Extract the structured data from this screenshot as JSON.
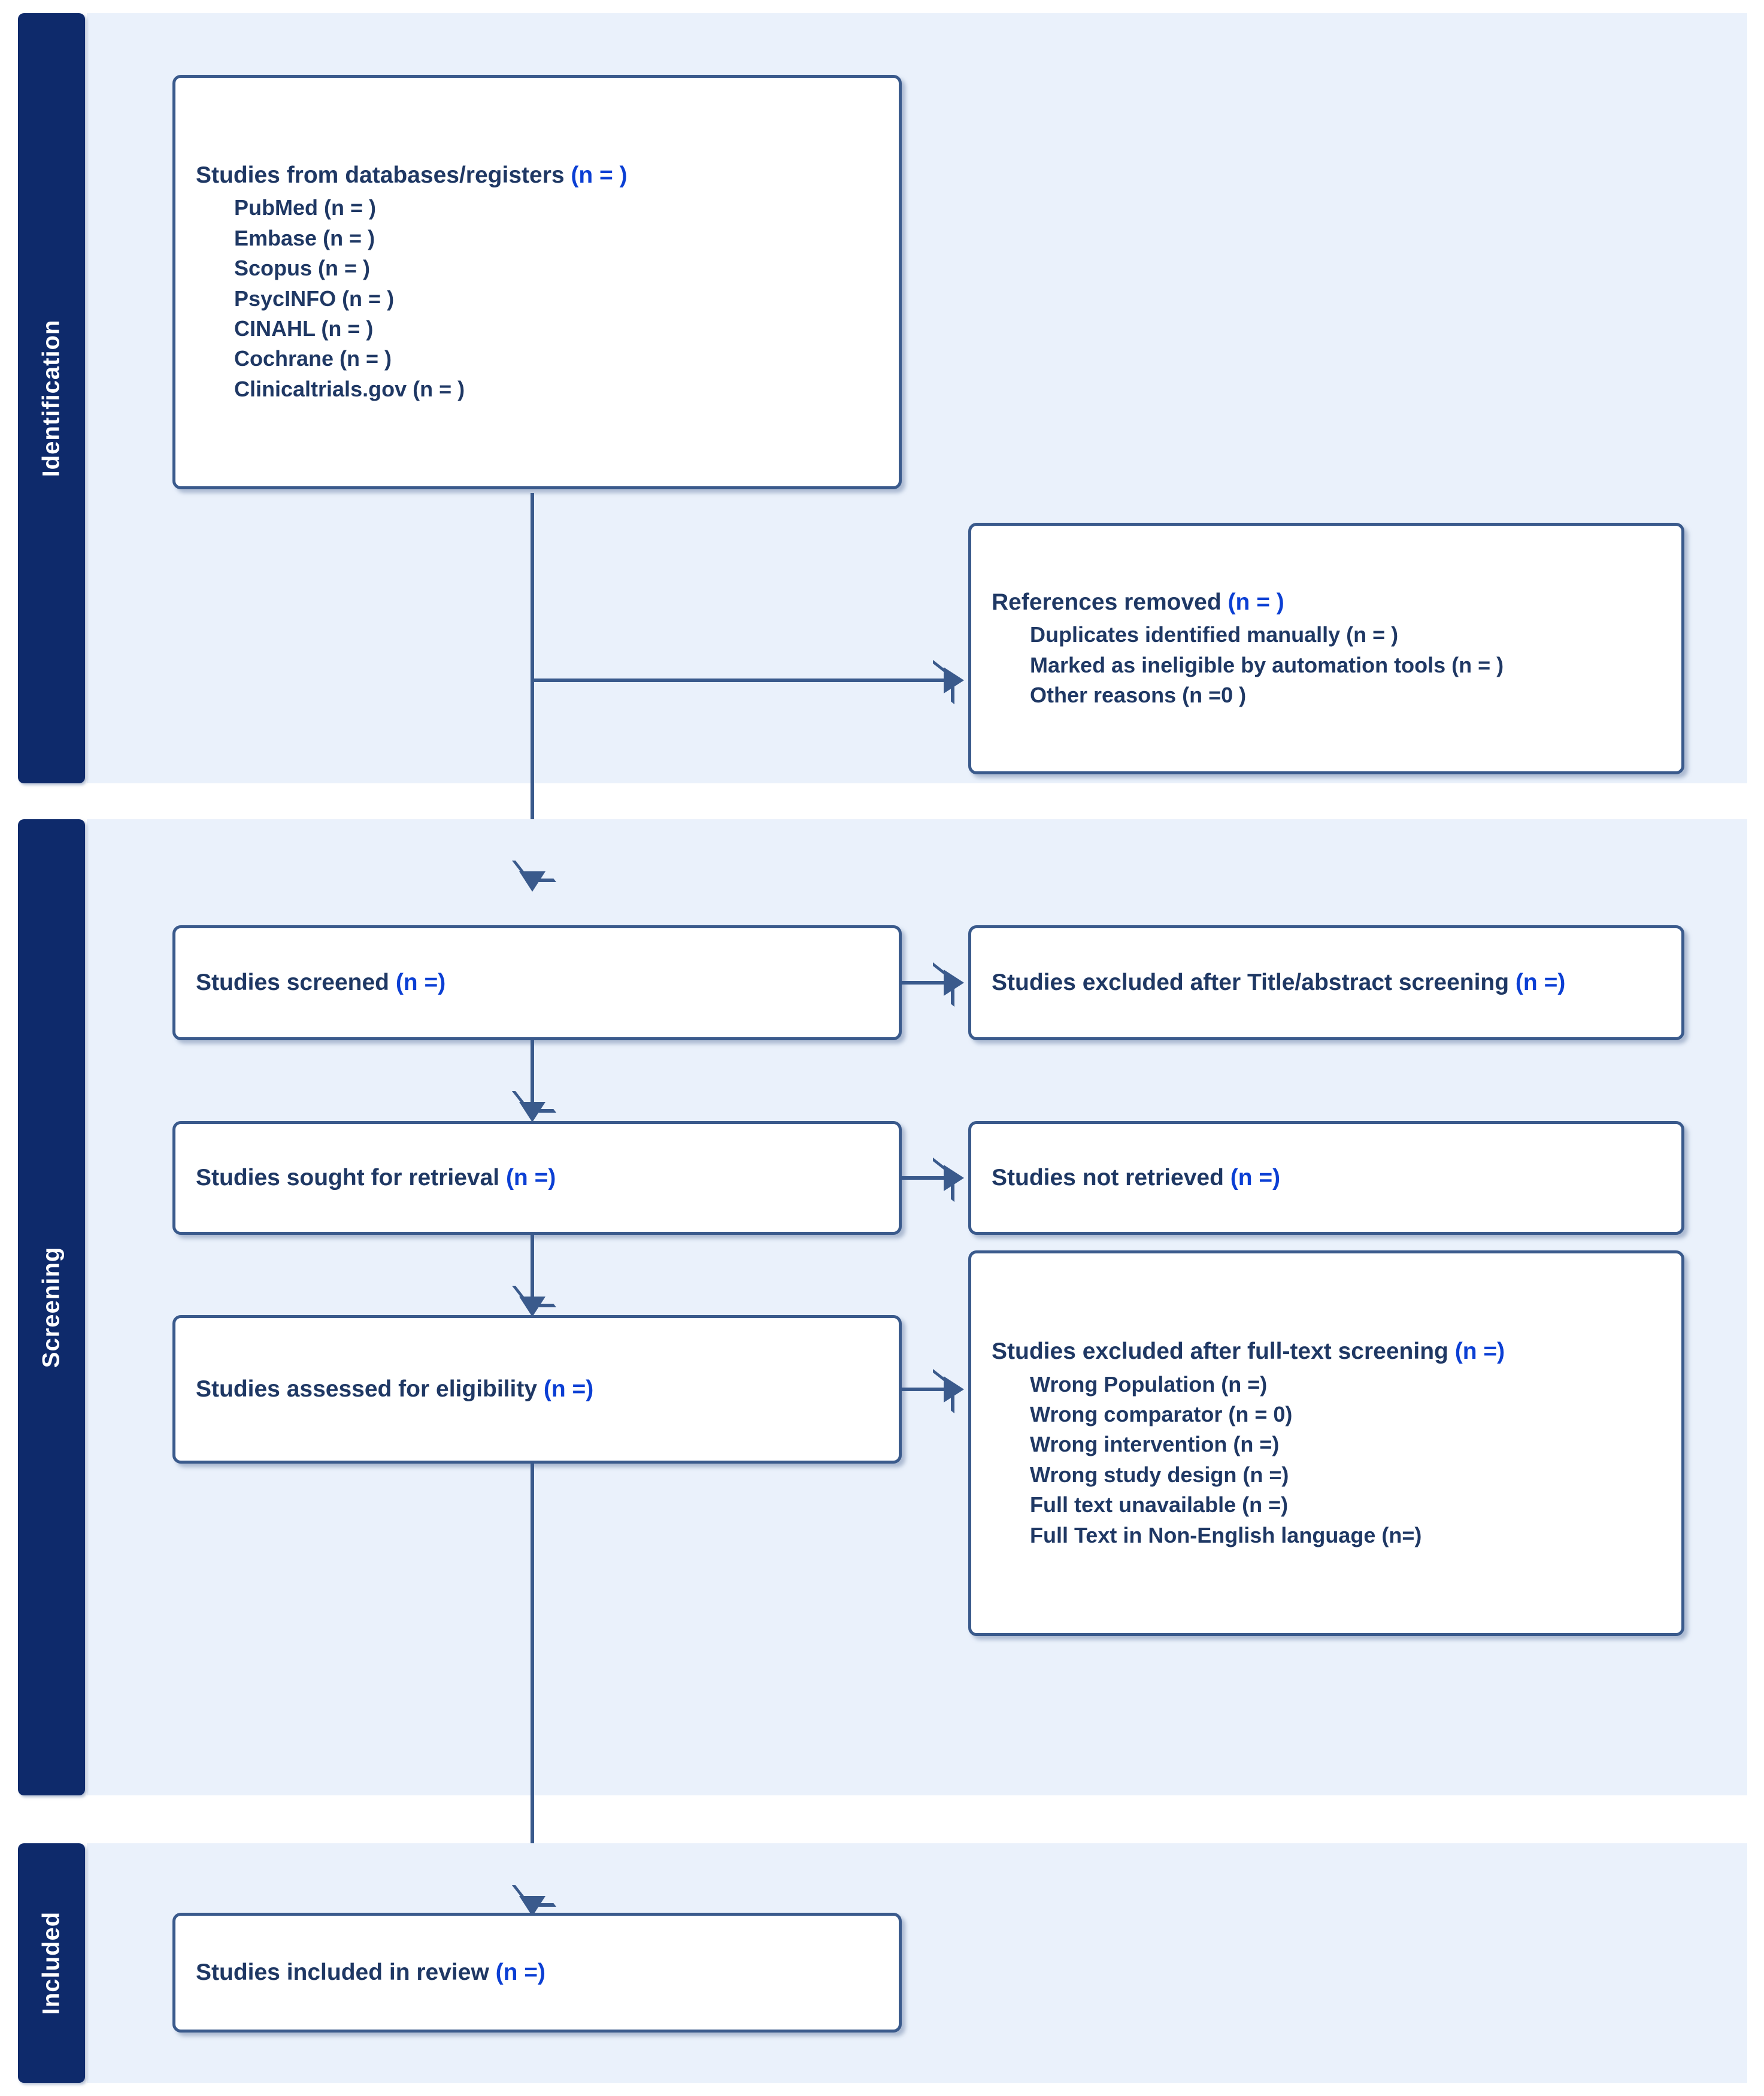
{
  "diagram": {
    "type": "prisma-flow-diagram",
    "colors": {
      "band_background": "#eaf1fb",
      "sidebar_background": "#0e2a6b",
      "box_border": "#3a5a8c",
      "text_primary": "#1f3864",
      "accent_n": "#0b3fd4",
      "page_background": "#ffffff"
    }
  },
  "sections": [
    {
      "id": "identification",
      "label": "Identification"
    },
    {
      "id": "screening",
      "label": "Screening"
    },
    {
      "id": "included",
      "label": "Included"
    }
  ],
  "boxes": {
    "databases": {
      "title": "Studies from databases/registers ",
      "title_n": "(n =  )",
      "items": [
        "PubMed (n = )",
        "Embase (n =  )",
        "Scopus (n =  )",
        "PsycINFO (n =  )",
        "CINAHL (n =  )",
        "Cochrane (n =  )",
        "Clinicaltrials.gov (n =  )"
      ]
    },
    "references_removed": {
      "title": "References removed ",
      "title_n": "(n =  )",
      "items": [
        "Duplicates identified manually (n = )",
        "Marked as ineligible by automation tools (n = )",
        "Other reasons (n =0 )"
      ]
    },
    "studies_screened": {
      "title": "Studies screened ",
      "title_n": "(n =)"
    },
    "excluded_title_abstract": {
      "title": "Studies excluded after Title/abstract screening ",
      "title_n": "(n =)"
    },
    "sought_retrieval": {
      "title": "Studies sought for retrieval ",
      "title_n": "(n =)"
    },
    "not_retrieved": {
      "title": "Studies not retrieved ",
      "title_n": "(n =)"
    },
    "assessed_eligibility": {
      "title": "Studies assessed for eligibility ",
      "title_n": "(n =)"
    },
    "excluded_full_text": {
      "title": "Studies excluded after full-text screening ",
      "title_n": "(n =)",
      "items": [
        "Wrong Population (n =)",
        "Wrong comparator (n = 0)",
        "Wrong intervention (n =)",
        "Wrong study design (n =)",
        "Full text unavailable (n =)",
        "Full Text in Non-English language (n=)"
      ]
    },
    "included_review": {
      "title": "Studies included in review ",
      "title_n": "(n =)"
    }
  }
}
